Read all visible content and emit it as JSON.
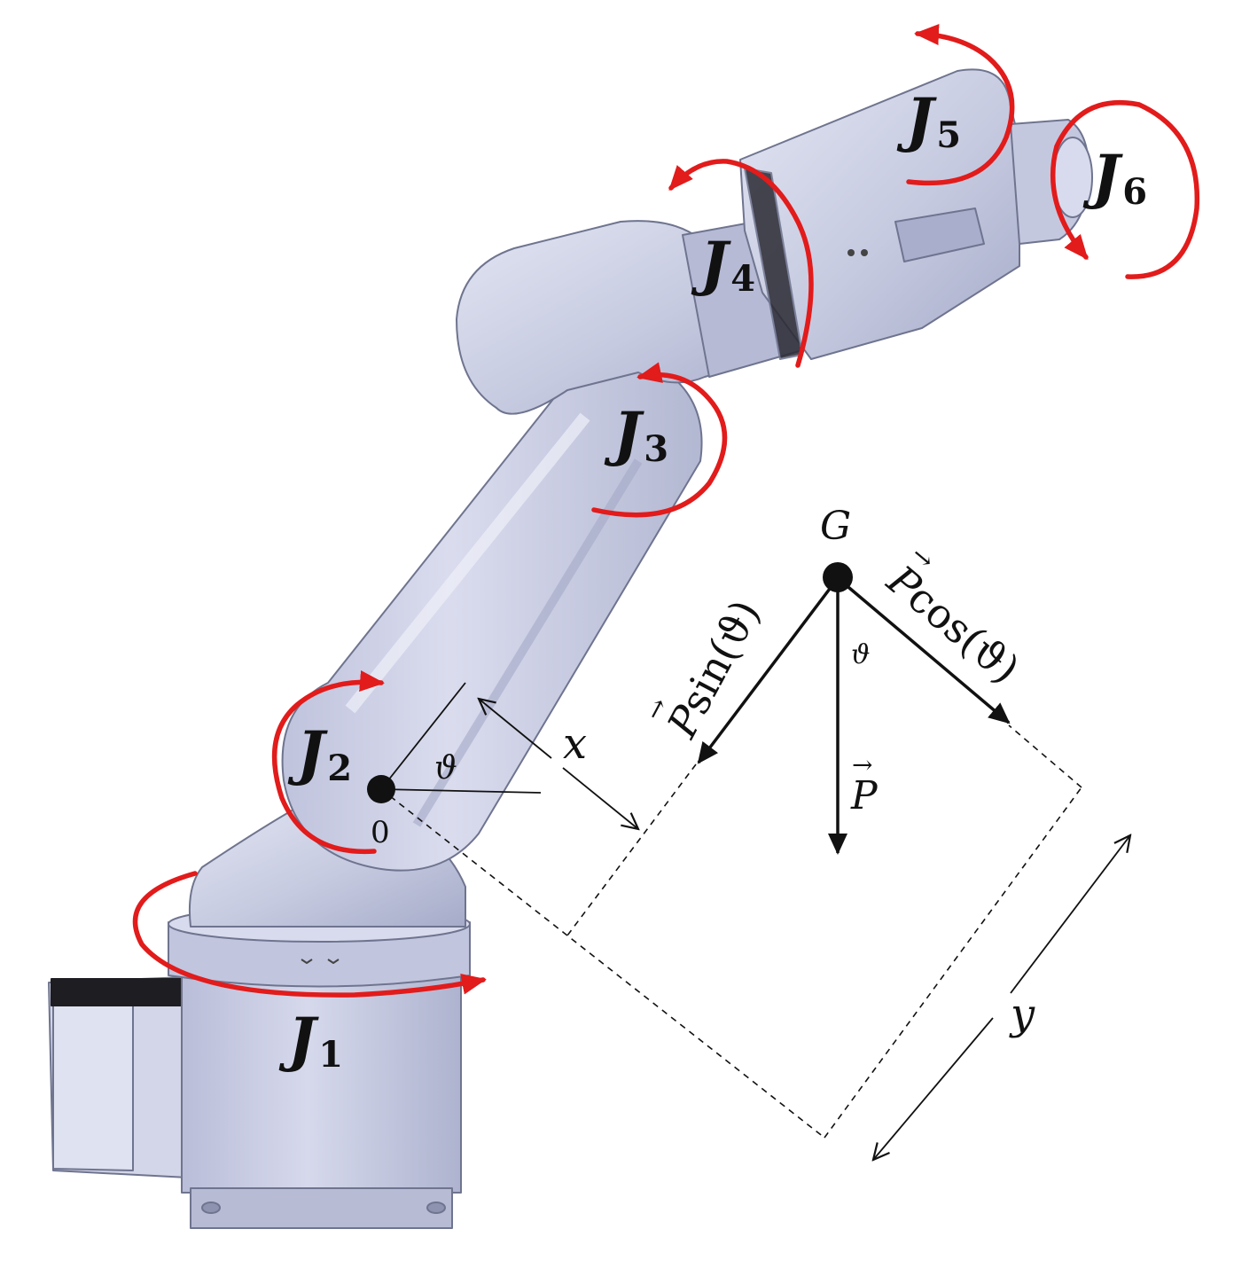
{
  "colors": {
    "body_fill": "#c8cce2",
    "body_shade": "#a9aecd",
    "body_light": "#dfe2f0",
    "edge": "#6f748f",
    "rotation_arrow": "#e21b1b",
    "ink": "#111111"
  },
  "joints": [
    {
      "id": "j1",
      "letter": "J",
      "sub": "1"
    },
    {
      "id": "j2",
      "letter": "J",
      "sub": "2"
    },
    {
      "id": "j3",
      "letter": "J",
      "sub": "3"
    },
    {
      "id": "j4",
      "letter": "J",
      "sub": "4"
    },
    {
      "id": "j5",
      "letter": "J",
      "sub": "5"
    },
    {
      "id": "j6",
      "letter": "J",
      "sub": "6"
    }
  ],
  "labels": {
    "center_of_gravity": "G",
    "origin": "0",
    "angle_at_origin": "ϑ",
    "angle_at_g": "ϑ",
    "distance_x": "x",
    "distance_y": "y",
    "weight_vector": "P",
    "sin_component": {
      "vector": "P",
      "text": "sin(ϑ)"
    },
    "cos_component": {
      "vector": "P",
      "text": "cos(ϑ)"
    },
    "vector_arrow": "→"
  }
}
